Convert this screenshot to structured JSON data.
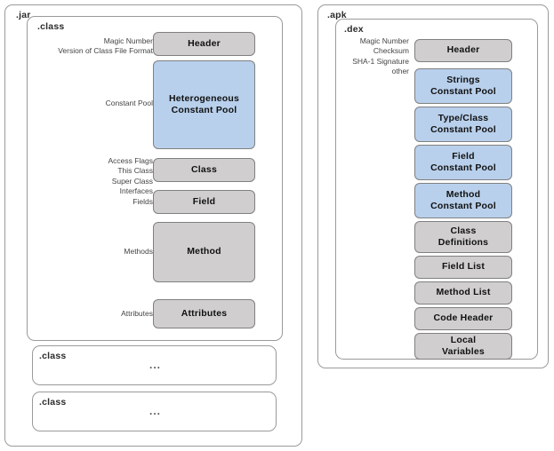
{
  "jar": {
    "label": ".jar",
    "class_main": {
      "label": ".class",
      "annotations": [
        {
          "text": "Magic Number\nVersion of Class File Format"
        },
        {
          "text": "Constant Pool"
        },
        {
          "text": "Access Flags\nThis Class\nSuper Class\nInterfaces"
        },
        {
          "text": "Fields"
        },
        {
          "text": "Methods"
        },
        {
          "text": "Attributes"
        }
      ],
      "blocks": [
        {
          "label": "Header",
          "color": "gray"
        },
        {
          "label": "Heterogeneous\nConstant Pool",
          "color": "blue"
        },
        {
          "label": "Class",
          "color": "gray"
        },
        {
          "label": "Field",
          "color": "gray"
        },
        {
          "label": "Method",
          "color": "gray"
        },
        {
          "label": "Attributes",
          "color": "gray"
        }
      ]
    },
    "class_stubs": [
      {
        "label": ".class",
        "content": "..."
      },
      {
        "label": ".class",
        "content": "..."
      }
    ]
  },
  "apk": {
    "label": ".apk",
    "dex": {
      "label": ".dex",
      "annotations": [
        {
          "text": "Magic Number\nChecksum\nSHA-1 Signature\nother"
        }
      ],
      "blocks": [
        {
          "label": "Header",
          "color": "gray"
        },
        {
          "label": "Strings\nConstant Pool",
          "color": "blue"
        },
        {
          "label": "Type/Class\nConstant Pool",
          "color": "blue"
        },
        {
          "label": "Field\nConstant Pool",
          "color": "blue"
        },
        {
          "label": "Method\nConstant Pool",
          "color": "blue"
        },
        {
          "label": "Class\nDefinitions",
          "color": "gray"
        },
        {
          "label": "Field List",
          "color": "gray"
        },
        {
          "label": "Method List",
          "color": "gray"
        },
        {
          "label": "Code Header",
          "color": "gray"
        },
        {
          "label": "Local\nVariables",
          "color": "gray"
        }
      ]
    }
  },
  "colors": {
    "block_gray": "#d0cece",
    "block_blue": "#b8d0ec",
    "block_border": "#808080",
    "panel_border": "#9a9a9a",
    "background": "#ffffff",
    "text": "#111111",
    "annot_text": "#444444"
  }
}
